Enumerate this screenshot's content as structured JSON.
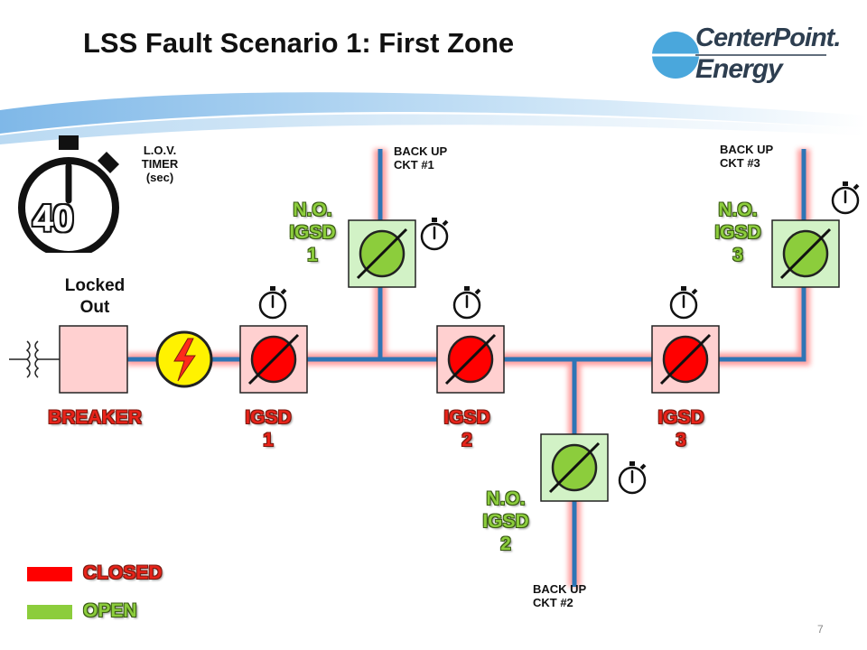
{
  "title": "LSS Fault Scenario 1: First Zone",
  "logo": {
    "line1": "CenterPoint.",
    "line2": "Energy"
  },
  "timer": {
    "value": "40",
    "label_lines": [
      "L.O.V.",
      "TIMER",
      "(sec)"
    ]
  },
  "breaker": {
    "status_lines": [
      "Locked",
      "Out"
    ],
    "label": "BREAKER"
  },
  "switches": [
    {
      "label_lines": [
        "IGSD",
        "1"
      ],
      "state": "closed"
    },
    {
      "label_lines": [
        "IGSD",
        "2"
      ],
      "state": "closed"
    },
    {
      "label_lines": [
        "IGSD",
        "3"
      ],
      "state": "closed"
    },
    {
      "label_lines": [
        "N.O.",
        "IGSD",
        "1"
      ],
      "state": "open"
    },
    {
      "label_lines": [
        "N.O.",
        "IGSD",
        "2"
      ],
      "state": "open"
    },
    {
      "label_lines": [
        "N.O.",
        "IGSD",
        "3"
      ],
      "state": "open"
    }
  ],
  "backups": [
    {
      "lines": [
        "BACK UP",
        "CKT #1"
      ]
    },
    {
      "lines": [
        "BACK UP",
        "CKT #2"
      ]
    },
    {
      "lines": [
        "BACK UP",
        "CKT #3"
      ]
    }
  ],
  "legend": [
    {
      "label": "CLOSED",
      "color": "#ff0000"
    },
    {
      "label": "OPEN",
      "color": "#8ccd3c"
    }
  ],
  "colors": {
    "line": "#2e75b6",
    "glow": "#ff9a9a",
    "closed_fill": "#ff0000",
    "open_fill": "#8ccd3c",
    "closed_box": "#ffd0d0",
    "open_box": "#d2f2c6"
  },
  "page_number": "7"
}
